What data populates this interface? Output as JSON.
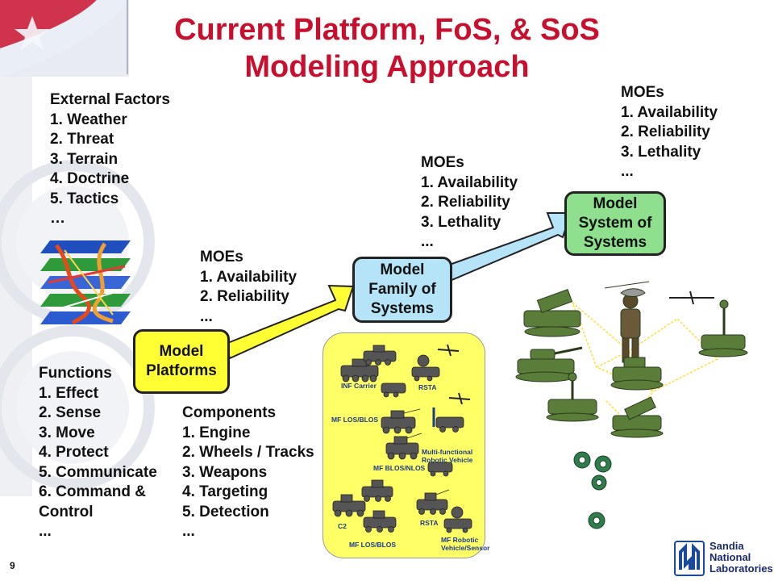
{
  "slide": {
    "title_line1": "Current Platform, FoS, & SoS",
    "title_line2": "Modeling Approach",
    "page_number": "9"
  },
  "external_factors": {
    "heading": "External Factors",
    "items": [
      "1. Weather",
      "2. Threat",
      "3. Terrain",
      "4. Doctrine",
      "5. Tactics",
      "…"
    ]
  },
  "functions": {
    "heading": "Functions",
    "items": [
      "1. Effect",
      "2. Sense",
      "3. Move",
      "4. Protect",
      "5. Communicate",
      "6. Command &",
      "Control",
      "..."
    ]
  },
  "components": {
    "heading": "Components",
    "items": [
      "1. Engine",
      "2. Wheels / Tracks",
      "3. Weapons",
      "4. Targeting",
      "5. Detection",
      "..."
    ]
  },
  "moes_platform": {
    "heading": "MOEs",
    "items": [
      "1. Availability",
      "2. Reliability",
      "..."
    ]
  },
  "moes_family": {
    "heading": "MOEs",
    "items": [
      "1. Availability",
      "2. Reliability",
      "3. Lethality",
      "..."
    ]
  },
  "moes_system": {
    "heading": "MOEs",
    "items": [
      "1. Availability",
      "2. Reliability",
      "3. Lethality",
      "..."
    ]
  },
  "boxes": {
    "platforms": [
      "Model",
      "Platforms"
    ],
    "family": [
      "Model",
      "Family of",
      "Systems"
    ],
    "sos": [
      "Model",
      "System of",
      "Systems"
    ]
  },
  "vehicle_labels": {
    "inf_carrier": "INF Carrier",
    "rsta_top": "RSTA",
    "mf_los_blos_top": "MF LOS/BLOS",
    "mf_blos_nlos": "MF BLOS/NLOS",
    "multi_functional_1": "Multi-functional",
    "multi_functional_2": "Robotic Vehicle",
    "c2": "C2",
    "rsta_bottom": "RSTA",
    "mf_los_blos_bottom": "MF LOS/BLOS",
    "mf_robotic_1": "MF Robotic",
    "mf_robotic_2": "Vehicle/Sensor"
  },
  "logo": {
    "line1": "Sandia",
    "line2": "National",
    "line3": "Laboratories"
  },
  "colors": {
    "title": "#c8102e",
    "platform_box": "#ffff33",
    "family_box": "#b5e3f7",
    "sos_box": "#8ee08e",
    "vehicle_panel": "#ffff66",
    "logo_blue": "#1b4a9c"
  }
}
